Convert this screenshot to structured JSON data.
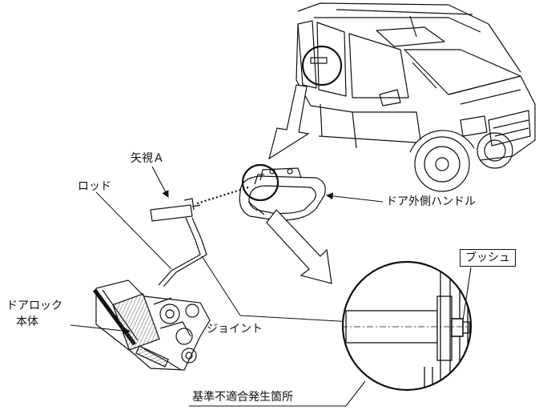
{
  "labels": {
    "arrow_view": "矢視Ａ",
    "rod": "ロッド",
    "outer_handle": "ドア外側ハンドル",
    "bush": "ブッシュ",
    "door_lock_line1": "ドアロック",
    "door_lock_line2": "本体",
    "joint": "ジョイント",
    "defect_location": "基準不適合発生箇所"
  },
  "colors": {
    "ink": "#111111",
    "background": "#ffffff",
    "hatch": "#555555"
  }
}
